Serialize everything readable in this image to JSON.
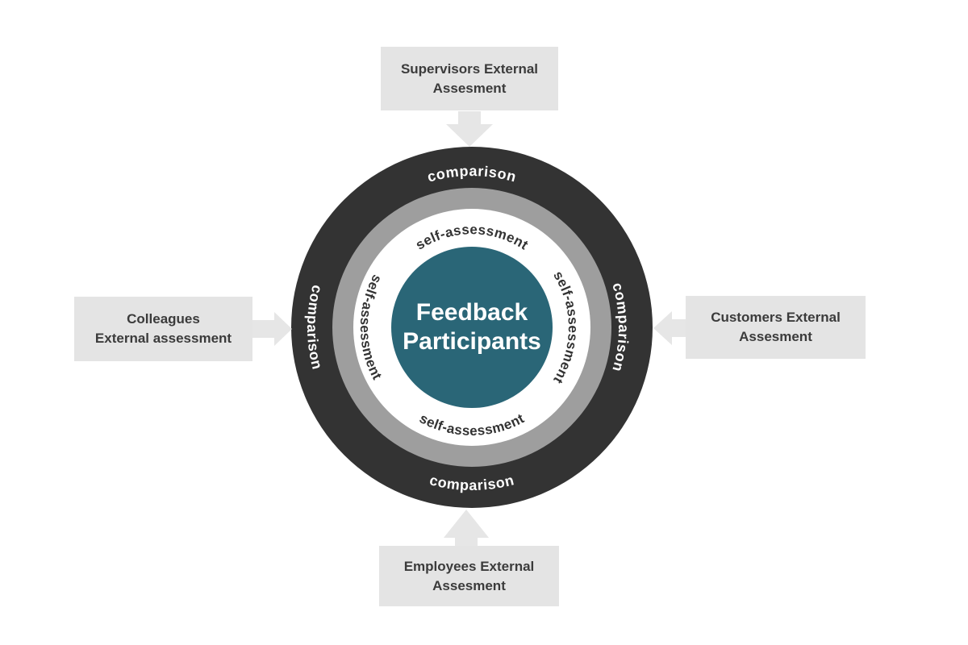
{
  "diagram": {
    "center": {
      "line1": "Feedback",
      "line2": "Participants"
    },
    "rings": {
      "outer_label": "comparison",
      "inner_label": "self-assessment",
      "colors": {
        "outer": "#333333",
        "middle": "#9e9e9e",
        "inner": "#ffffff",
        "core": "#2a6677"
      }
    },
    "boxes": {
      "top": {
        "line1": "Supervisors External",
        "line2": "Assesment"
      },
      "right": {
        "line1": "Customers External",
        "line2": "Assesment"
      },
      "bottom": {
        "line1": "Employees External",
        "line2": "Assesment"
      },
      "left": {
        "line1": "Colleagues",
        "line2": "External assessment"
      }
    },
    "colors": {
      "box_bg": "#e4e4e4",
      "box_text": "#3b3b3b",
      "arrow": "#e6e6e6",
      "outer_ring_text": "#ffffff",
      "inner_ring_text": "#333333",
      "page_bg": "#ffffff"
    }
  }
}
